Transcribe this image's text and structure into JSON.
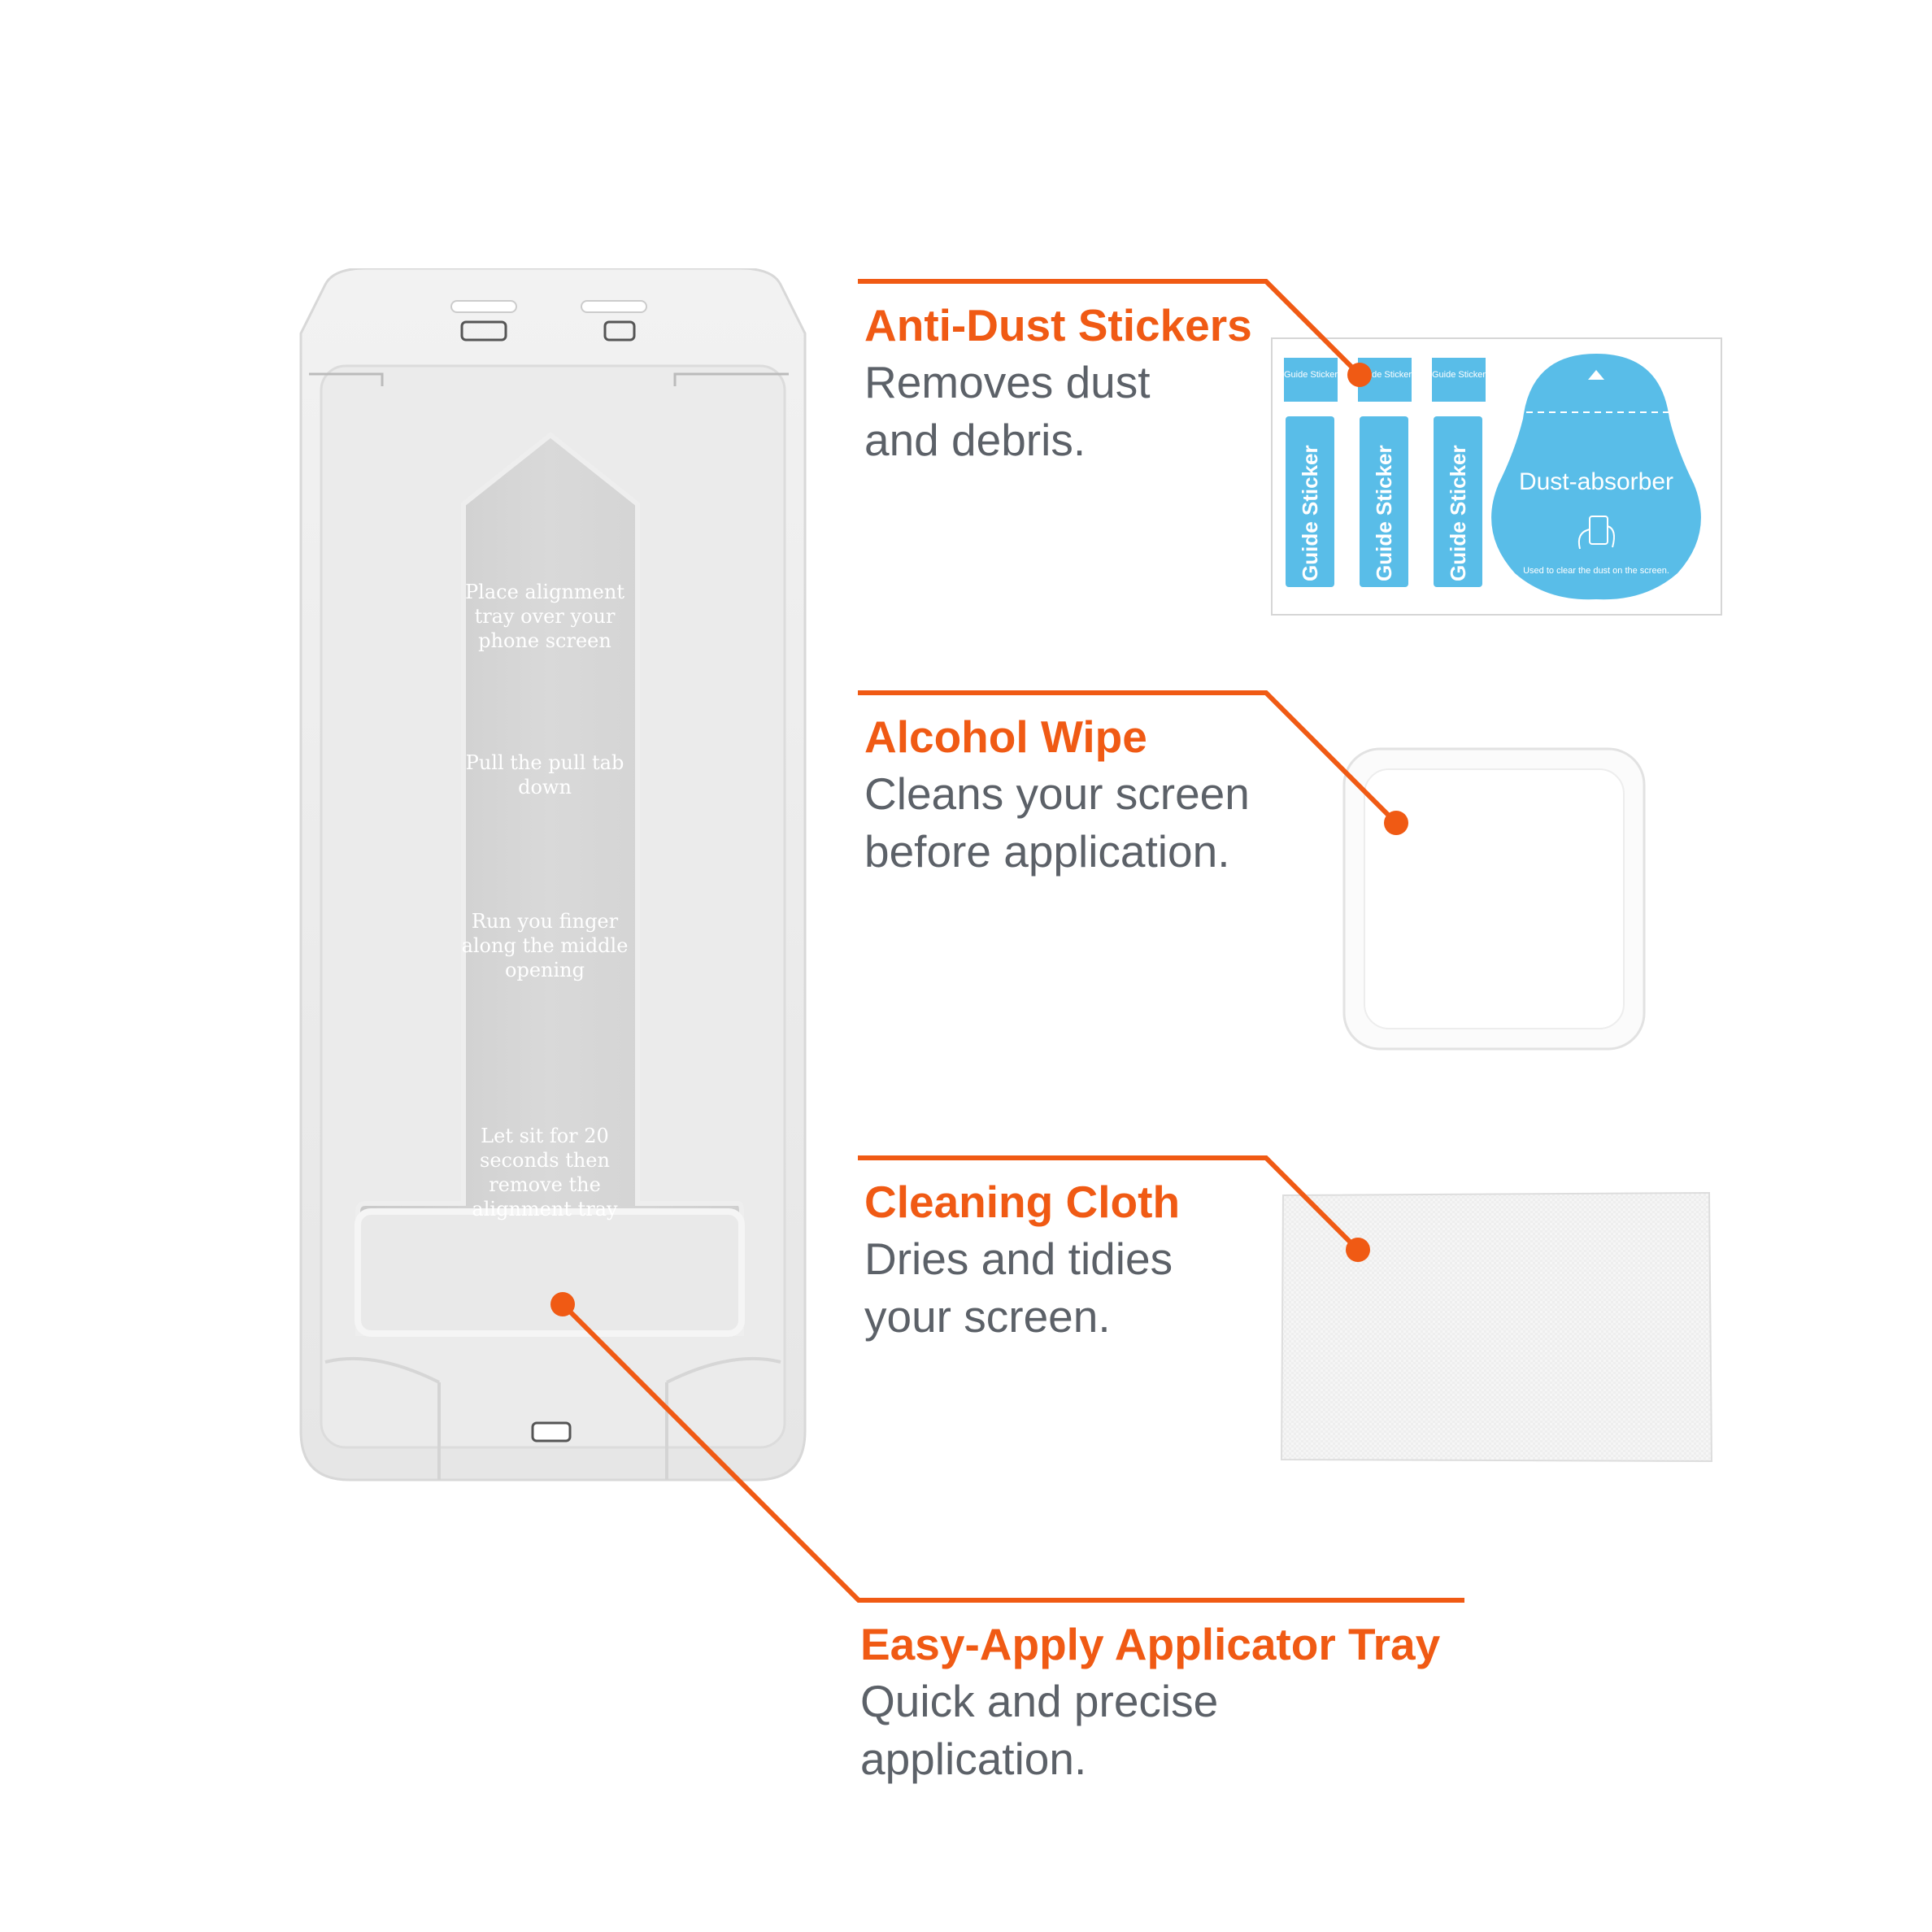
{
  "tray": {
    "steps": [
      "Place alignment tray over your phone screen",
      "Pull the pull tab down",
      "Run you finger along the middle opening",
      "Let sit for 20 seconds then remove the alignment tray"
    ]
  },
  "callouts": {
    "anti_dust": {
      "title": "Anti-Dust Stickers",
      "line1": "Removes dust",
      "line2": "and debris."
    },
    "alcohol": {
      "title": "Alcohol Wipe",
      "line1": "Cleans your screen",
      "line2": "before application."
    },
    "cloth": {
      "title": "Cleaning Cloth",
      "line1": "Dries and tidies",
      "line2": "your screen."
    },
    "applicator": {
      "title": "Easy-Apply Applicator Tray",
      "line1": "Quick and precise",
      "line2": "application."
    }
  },
  "stickers": {
    "tab_label": "Guide Sticker",
    "strip_label": "Guide Sticker",
    "absorber_label": "Dust-absorber",
    "absorber_note": "Used to clear the dust on the screen."
  },
  "colors": {
    "accent": "#f05a14",
    "body_text": "#5c6168",
    "sticker_blue": "#59bde8"
  }
}
